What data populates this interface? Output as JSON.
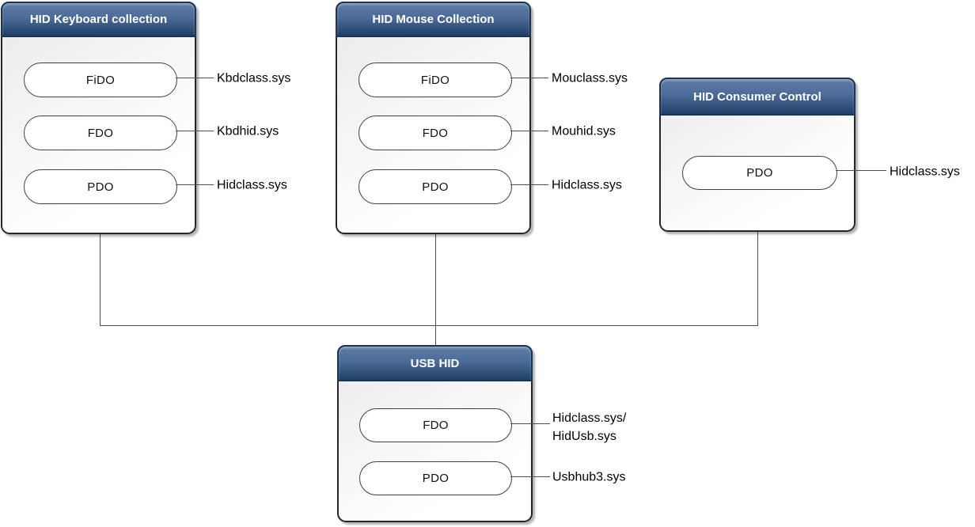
{
  "boxes": [
    {
      "title": "HID Keyboard collection",
      "nodes": [
        {
          "label": "FiDO",
          "annotation": "Kbdclass.sys"
        },
        {
          "label": "FDO",
          "annotation": "Kbdhid.sys"
        },
        {
          "label": "PDO",
          "annotation": "Hidclass.sys"
        }
      ]
    },
    {
      "title": "HID Mouse Collection",
      "nodes": [
        {
          "label": "FiDO",
          "annotation": "Mouclass.sys"
        },
        {
          "label": "FDO",
          "annotation": "Mouhid.sys"
        },
        {
          "label": "PDO",
          "annotation": "Hidclass.sys"
        }
      ]
    },
    {
      "title": "HID Consumer Control",
      "nodes": [
        {
          "label": "PDO",
          "annotation": "Hidclass.sys"
        }
      ]
    },
    {
      "title": "USB HID",
      "nodes": [
        {
          "label": "FDO",
          "annotation_lines": [
            "Hidclass.sys/",
            "HidUsb.sys"
          ]
        },
        {
          "label": "PDO",
          "annotation": "Usbhub3.sys"
        }
      ]
    }
  ],
  "colors": {
    "header_top": "#5e7ca6",
    "header_bottom": "#1f3f67",
    "header_border": "#1a3553",
    "box_border": "#262626",
    "body_top": "#e9e9e9",
    "body_bottom": "#ffffff",
    "pill_fill": "#ffffff",
    "pill_border": "#404040",
    "connector": "#4d4d4d",
    "title_text": "#ffffff",
    "node_text": "#111111",
    "annotation_text": "#000000"
  }
}
